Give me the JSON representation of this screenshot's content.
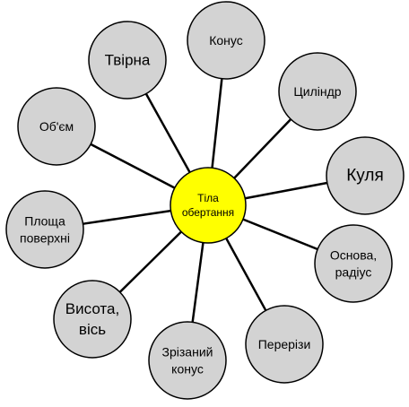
{
  "center": {
    "lines": [
      "Тіла",
      "обертання"
    ],
    "color": "#ffff00"
  },
  "node_color": "#d3d3d3",
  "nodes": [
    {
      "id": "konus",
      "lines": [
        "Конус"
      ]
    },
    {
      "id": "tsylindr",
      "lines": [
        "Циліндр"
      ]
    },
    {
      "id": "kulia",
      "lines": [
        "Куля"
      ]
    },
    {
      "id": "osnova-radius",
      "lines": [
        "Основа,",
        "радіус"
      ]
    },
    {
      "id": "pererizy",
      "lines": [
        "Перерізи"
      ]
    },
    {
      "id": "zrizanyi-konus",
      "lines": [
        "Зрізаний",
        "конус"
      ]
    },
    {
      "id": "vysota-vis",
      "lines": [
        "Висота,",
        "вісь"
      ]
    },
    {
      "id": "ploshcha-poverkhni",
      "lines": [
        "Площа",
        "поверхні"
      ]
    },
    {
      "id": "obiem",
      "lines": [
        "Об'єм"
      ]
    },
    {
      "id": "tvirna",
      "lines": [
        "Твірна"
      ]
    }
  ]
}
